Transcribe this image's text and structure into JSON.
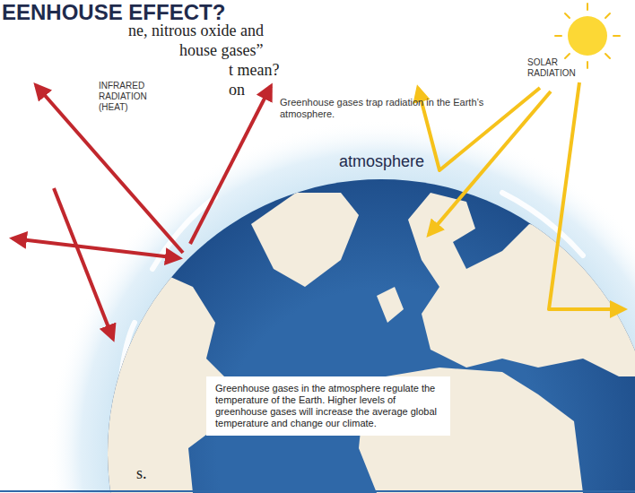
{
  "diagram": {
    "title": "EENHOUSE EFFECT?",
    "nodes": [
      {
        "text": [
          "Greenhouse gases in the atmosphere regulate the temperature of the Earth. Higher levels of greenhouse gases will increase the average global temperature and change our climate."
        ]
      }
    ],
    "labels": [
      "ne, nitrous oxide and",
      "house gases”",
      "t mean?",
      "on",
      "s.",
      "Greenhouse gases trap radiation in the Earth’s atmosphere.",
      "SOLAR RADIATION",
      "INFRARED RADIATION (HEAT)",
      "atmosphere"
    ]
  }
}
